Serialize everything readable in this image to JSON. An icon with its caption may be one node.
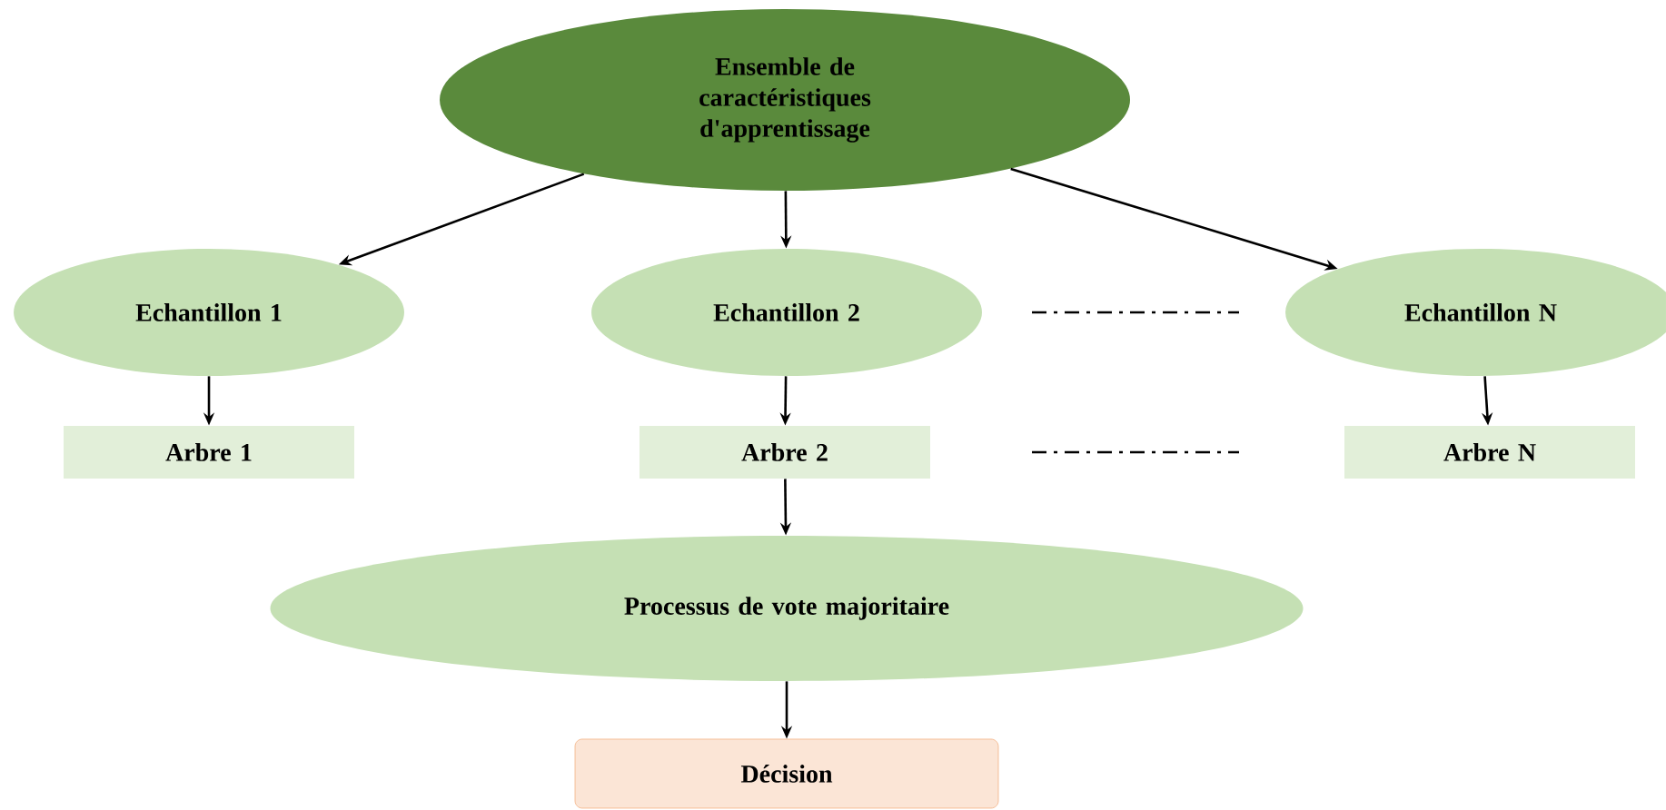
{
  "diagram": {
    "nodes": [
      {
        "text": [
          "Ensemble de caractéristiques d'apprentissage"
        ]
      },
      {
        "text": [
          "Echantillon 1"
        ]
      },
      {
        "text": [
          "Echantillon 2"
        ]
      },
      {
        "text": [
          "Echantillon N"
        ]
      },
      {
        "text": [
          "Arbre 1"
        ]
      },
      {
        "text": [
          "Arbre 2"
        ]
      },
      {
        "text": [
          "Arbre N"
        ]
      },
      {
        "text": [
          "Processus de vote majoritaire"
        ]
      },
      {
        "text": [
          "Décision"
        ]
      }
    ],
    "edges": [
      {
        "from": 0,
        "to": 1,
        "arrow": "to"
      },
      {
        "from": 0,
        "to": 2,
        "arrow": "to"
      },
      {
        "from": 0,
        "to": 3,
        "arrow": "to"
      },
      {
        "from": 1,
        "to": 4,
        "arrow": "to"
      },
      {
        "from": 2,
        "to": 5,
        "arrow": "to"
      },
      {
        "from": 3,
        "to": 6,
        "arrow": "to"
      },
      {
        "from": 5,
        "to": 7,
        "arrow": "to"
      },
      {
        "from": 7,
        "to": 8,
        "arrow": "to"
      }
    ]
  }
}
